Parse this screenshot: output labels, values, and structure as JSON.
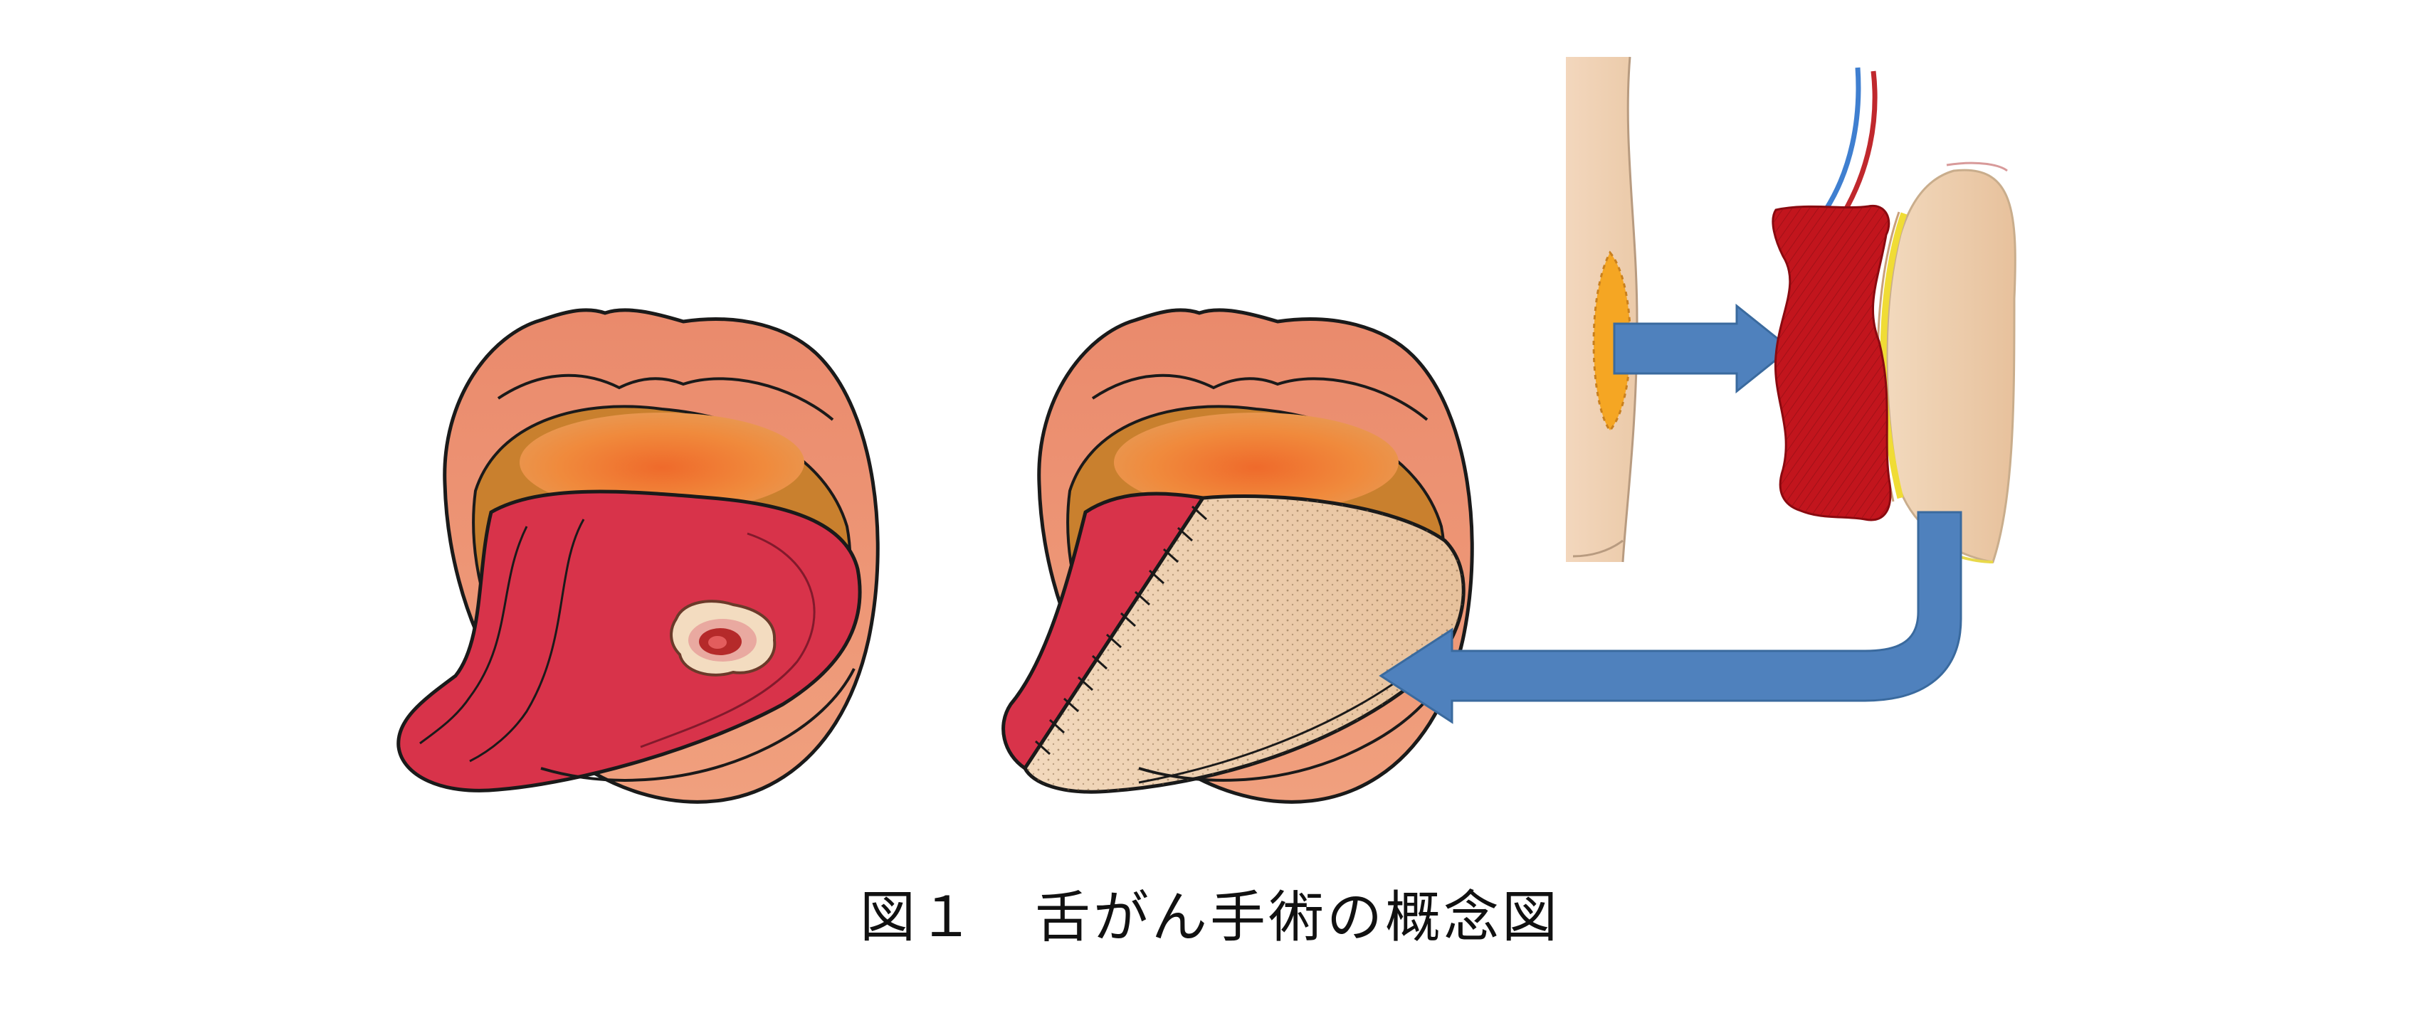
{
  "figure": {
    "caption": "図１　舌がん手術の概念図",
    "panels": [
      {
        "name": "tongue-with-tumor"
      },
      {
        "name": "tongue-reconstructed-with-flap"
      },
      {
        "name": "forearm-donor-site"
      },
      {
        "name": "harvested-free-flap"
      }
    ],
    "colors": {
      "lip": "#e98a6e",
      "tongue": "#d8334a",
      "flap_skin": "#e8c9a6",
      "arrow": "#4f81bd",
      "muscle": "#c2151d",
      "donor_site": "#f5a623",
      "artery": "#c0282d",
      "vein": "#3f7fd0"
    }
  }
}
